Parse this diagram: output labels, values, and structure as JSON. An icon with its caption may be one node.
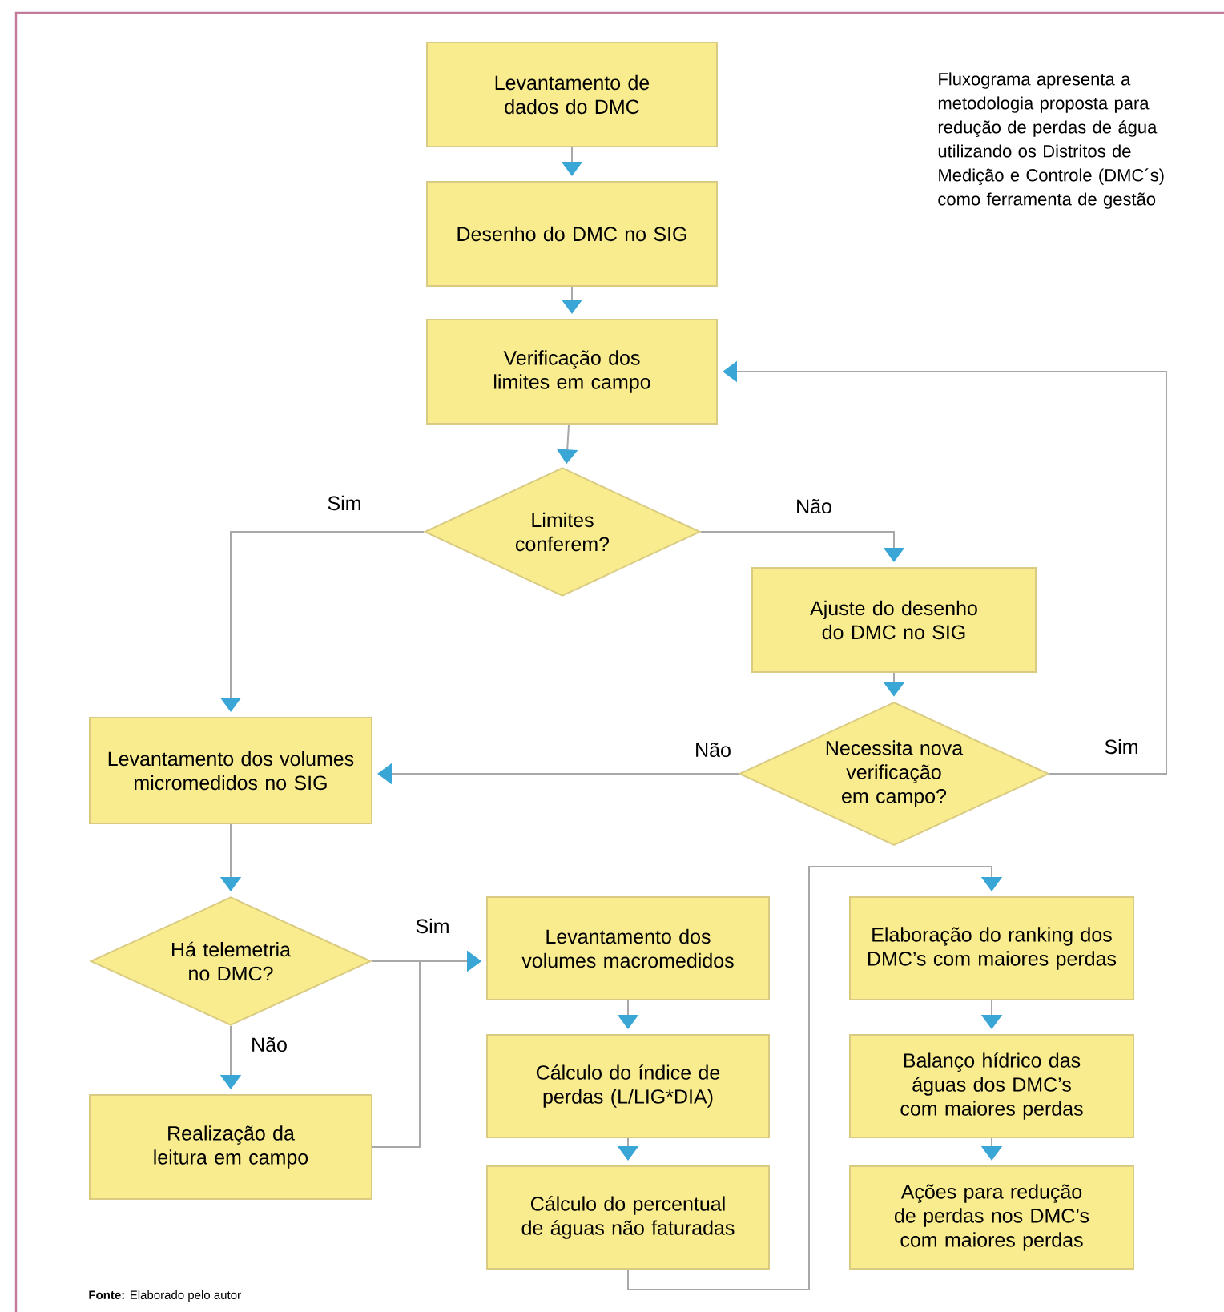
{
  "diagram": {
    "nodes": [
      {
        "text": [
          "Levantamento de dados do DMC"
        ]
      },
      {
        "text": [
          "Desenho do DMC no SIG"
        ]
      },
      {
        "text": [
          "Verificação dos limites em campo"
        ]
      },
      {
        "text": [
          "Limites conferem?"
        ]
      },
      {
        "text": [
          "Ajuste do desenho do DMC no SIG"
        ]
      },
      {
        "text": [
          "Necessita nova verificação em campo?"
        ]
      },
      {
        "text": [
          "Levantamento dos volumes micromedidos no SIG"
        ]
      },
      {
        "text": [
          "Há telemetria no DMC?"
        ]
      },
      {
        "text": [
          "Realização da leitura em campo"
        ]
      },
      {
        "text": [
          "Levantamento dos volumes macromedidos"
        ]
      },
      {
        "text": [
          "Cálculo do índice de perdas (L/LIG*DIA)"
        ]
      },
      {
        "text": [
          "Cálculo do percentual de águas não faturadas"
        ]
      },
      {
        "text": [
          "Elaboração do ranking dos DMC’s com maiores perdas"
        ]
      },
      {
        "text": [
          "Balanço hídrico das águas dos DMC’s com maiores perdas"
        ]
      },
      {
        "text": [
          "Ações para redução de perdas nos DMC’s com maiores perdas"
        ]
      }
    ],
    "edges": [
      {
        "from": 0,
        "to": 1,
        "arrow": "to"
      },
      {
        "from": 1,
        "to": 2,
        "arrow": "to"
      },
      {
        "from": 2,
        "to": 3,
        "arrow": "to"
      },
      {
        "from": 3,
        "to": 6,
        "arrow": "to",
        "label": "Sim"
      },
      {
        "from": 3,
        "to": 4,
        "arrow": "to",
        "label": "Não"
      },
      {
        "from": 4,
        "to": 5,
        "arrow": "to"
      },
      {
        "from": 5,
        "to": 2,
        "arrow": "to",
        "label": "Sim"
      },
      {
        "from": 5,
        "to": 6,
        "arrow": "to",
        "label": "Não"
      },
      {
        "from": 6,
        "to": 7,
        "arrow": "to"
      },
      {
        "from": 7,
        "to": 9,
        "arrow": "to",
        "label": "Sim"
      },
      {
        "from": 7,
        "to": 8,
        "arrow": "to",
        "label": "Não"
      },
      {
        "from": 8,
        "to": 9,
        "arrow": "to"
      },
      {
        "from": 9,
        "to": 10,
        "arrow": "to"
      },
      {
        "from": 10,
        "to": 11,
        "arrow": "to"
      },
      {
        "from": 12,
        "to": 13,
        "arrow": "to"
      },
      {
        "from": 13,
        "to": 14,
        "arrow": "to"
      },
      {
        "from": 11,
        "to": 12,
        "arrow": "to"
      }
    ],
    "labels": [
      "Fluxograma apresenta a metodologia proposta para redução de perdas de água utilizando os Distritos de Medição e Controle (DMC´s) como ferramenta de gestão",
      "**Fonte:** Elaborado pelo autor"
    ]
  }
}
